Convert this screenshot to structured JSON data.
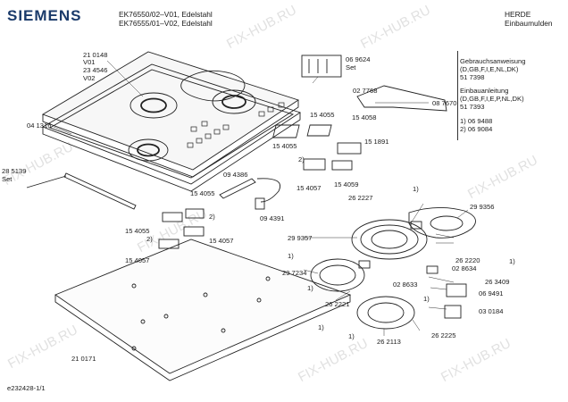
{
  "header": {
    "brand": "SIEMENS",
    "model_1": "EK76550/02–V01, Edelstahl",
    "model_2": "EK76555/01–V02, Edelstahl",
    "maker": "HERDE",
    "category": "Einbaumulden"
  },
  "notes": {
    "manual_1_title": "Gebrauchsanweisung",
    "manual_1_langs": "(D,GB,F,I,E,NL,DK)",
    "manual_1_number": "51 7398",
    "manual_2_title": "Einbauanleitung",
    "manual_2_langs": "(D,GB,F,I,E,P,NL,DK)",
    "manual_2_number": "51 7393",
    "variant_1": "1) 06 9488",
    "variant_2": "2) 06 9084"
  },
  "parts": {
    "p210148": "21 0148",
    "v01": "V01",
    "p234546": "23 4546",
    "v02": "V02",
    "p041316": "04 1316",
    "p285139": "28 5139",
    "set_1": "Set",
    "p069624": "06 9624",
    "set_2": "Set",
    "p027768": "02 7768",
    "p087670": "08 7670",
    "p154055_a": "15 4055",
    "p154058": "15 4058",
    "p154055_b": "15 4055",
    "p151891": "15 1891",
    "two_a": "2)",
    "p154057_a": "15 4057",
    "p154059": "15 4059",
    "p094386": "09 4386",
    "p094391": "09 4391",
    "p154055_c": "15 4055",
    "two_b": "2)",
    "p154055_d": "15 4055",
    "two_c": "2)",
    "p154057_b": "15 4057",
    "p154057_c": "15 4057",
    "p262227": "26 2227",
    "one_a": "1)",
    "p299356": "29 9356",
    "p299357": "29 9357",
    "one_b": "1)",
    "p262220": "26 2220",
    "p028634": "02 8634",
    "one_c": "1)",
    "p297234": "29 7234",
    "one_d": "1)",
    "p263409": "26 3409",
    "p028633": "02 8633",
    "p069491": "06 9491",
    "one_e": "1)",
    "p262221": "26 2221",
    "p030184": "03 0184",
    "one_f": "1)",
    "one_g": "1)",
    "p262113": "26 2113",
    "p262225": "26 2225",
    "p210171": "21 0171"
  },
  "footer": {
    "doc_id": "e232428-1/1"
  },
  "watermark": {
    "text": "FIX-HUB.RU"
  }
}
